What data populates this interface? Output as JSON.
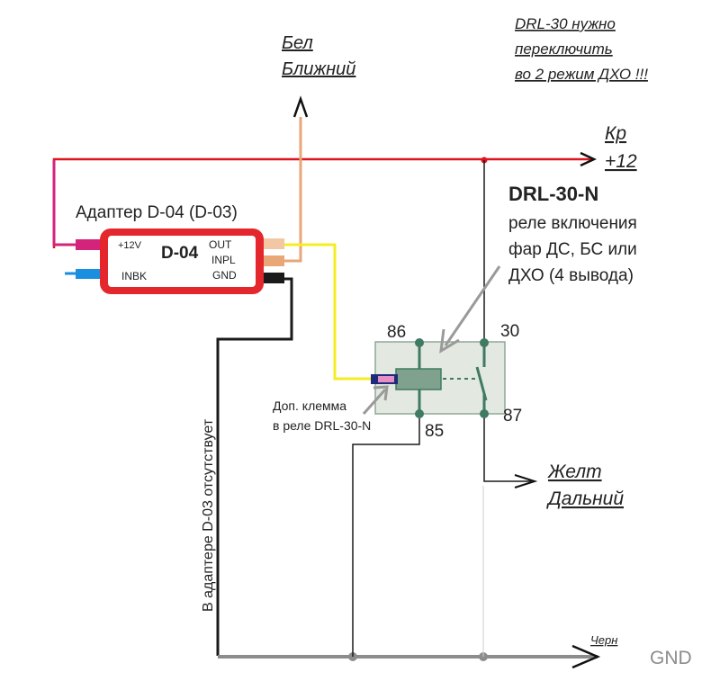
{
  "note": {
    "line1": "DRL-30 нужно",
    "line2": "переключить",
    "line3": "во 2 режим ДХО !!!"
  },
  "wire_top": {
    "line1": "Бел",
    "line2": "Ближний"
  },
  "wire_power": {
    "line1": "Кр",
    "line2": "+12"
  },
  "wire_high": {
    "line1": "Желт",
    "line2": "Дальний"
  },
  "wire_ground": {
    "label": "Черн",
    "gnd": "GND"
  },
  "adapter": {
    "caption": "Адаптер D-04 (D-03)",
    "name": "D-04",
    "pin_12v": "+12V",
    "pin_inbk": "INBK",
    "pin_out": "OUT",
    "pin_inpl": "INPL",
    "pin_gnd": "GND"
  },
  "relay": {
    "title": "DRL-30-N",
    "desc1": "реле включения",
    "desc2": "фар ДС, БС или",
    "desc3": "ДХО (4 вывода)",
    "pin_86": "86",
    "pin_85": "85",
    "pin_30": "30",
    "pin_87": "87",
    "extra1": "Доп. клемма",
    "extra2": "в реле DRL-30-N"
  },
  "vertical_note": "В адаптере D-03 отсутствует",
  "colors": {
    "red_wire": "#e0141e",
    "magenta_wire": "#d4237a",
    "orange_wire": "#e9a677",
    "yellow_wire": "#f4ee21",
    "black_wire": "#1a1a1a",
    "gray_wire": "#8c8c8c",
    "blue_wire": "#1a8ee0",
    "adapter_body": "#e4262d",
    "relay_body": "#e3e8e0",
    "relay_pin": "#3f7a62"
  }
}
